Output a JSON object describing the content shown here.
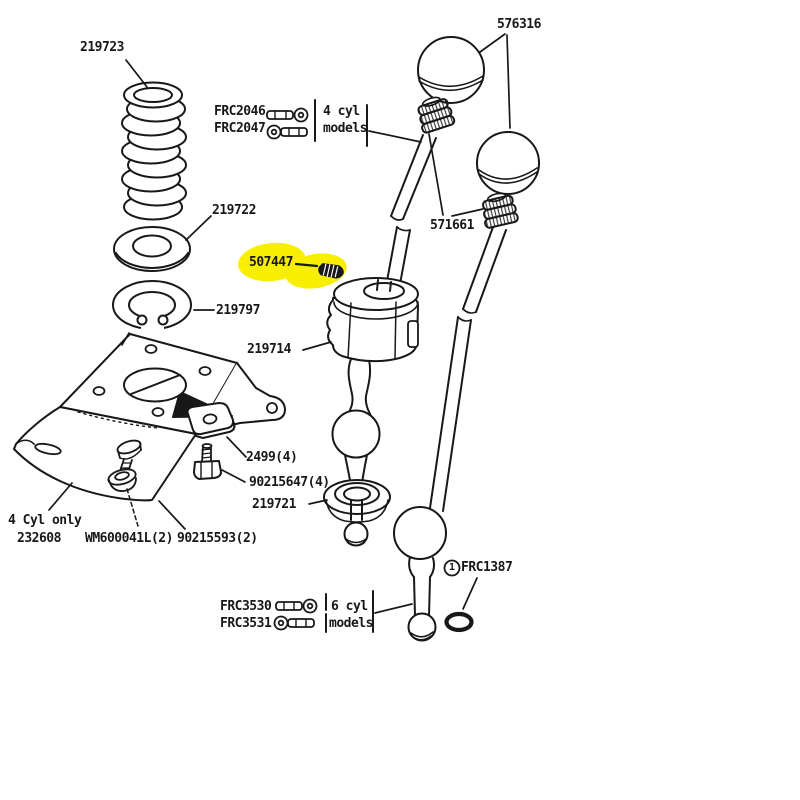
{
  "page": {
    "background_color": "#ffffff",
    "line_color": "#181818",
    "highlight_color": "#f8ee00"
  },
  "diagram": {
    "type": "exploded-parts-diagram",
    "subject": "gear lever assembly",
    "highlighted_part_number": "507447",
    "labels": {
      "p219723": "219723",
      "p219722": "219722",
      "p219797": "219797",
      "p507447": "507447",
      "p219714": "219714",
      "p2499": "2499(4)",
      "p90215647": "90215647(4)",
      "p219721": "219721",
      "four_cyl_only": "4 Cyl only",
      "p232608": "232608",
      "pWM600041L": "WM600041L(2)",
      "p90215593": "90215593(2)",
      "pFRC2046": "FRC2046",
      "pFRC2047": "FRC2047",
      "pFRC3530": "FRC3530",
      "pFRC3531": "FRC3531",
      "p576316": "576316",
      "p571661": "571661",
      "pFRC1387": "FRC1387"
    },
    "callouts": {
      "four_cyl_models": {
        "line1": "4 cyl",
        "line2": "models"
      },
      "six_cyl_models": {
        "line1": "6 cyl",
        "line2": "models"
      }
    },
    "marker": {
      "number": "1",
      "part": "FRC1387"
    }
  }
}
